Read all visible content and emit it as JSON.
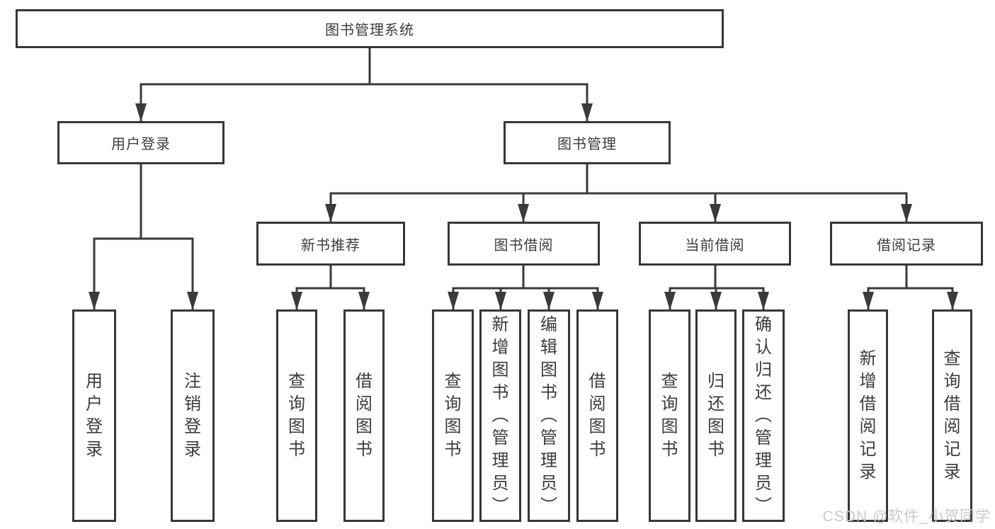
{
  "colors": {
    "line": "#3a3a3a",
    "border": "#373737",
    "text": "#3c3c3c",
    "watermark": "#c9c9c9"
  },
  "watermark": "CSDN @软件_小贺同学",
  "diagram": {
    "root": "图书管理系统",
    "branches": [
      {
        "label": "用户登录",
        "children": [
          "用户登录",
          "注销登录"
        ]
      },
      {
        "label": "图书管理",
        "sections": [
          {
            "label": "新书推荐",
            "children": [
              "查询图书",
              "借阅图书"
            ]
          },
          {
            "label": "图书借阅",
            "children": [
              "查询图书",
              "新增图书（管理员）",
              "编辑图书（管理员）",
              "借阅图书"
            ]
          },
          {
            "label": "当前借阅",
            "children": [
              "查询图书",
              "归还图书",
              "确认归还（管理员）"
            ]
          },
          {
            "label": "借阅记录",
            "children": [
              "新增借阅记录",
              "查询借阅记录"
            ]
          }
        ]
      }
    ]
  }
}
